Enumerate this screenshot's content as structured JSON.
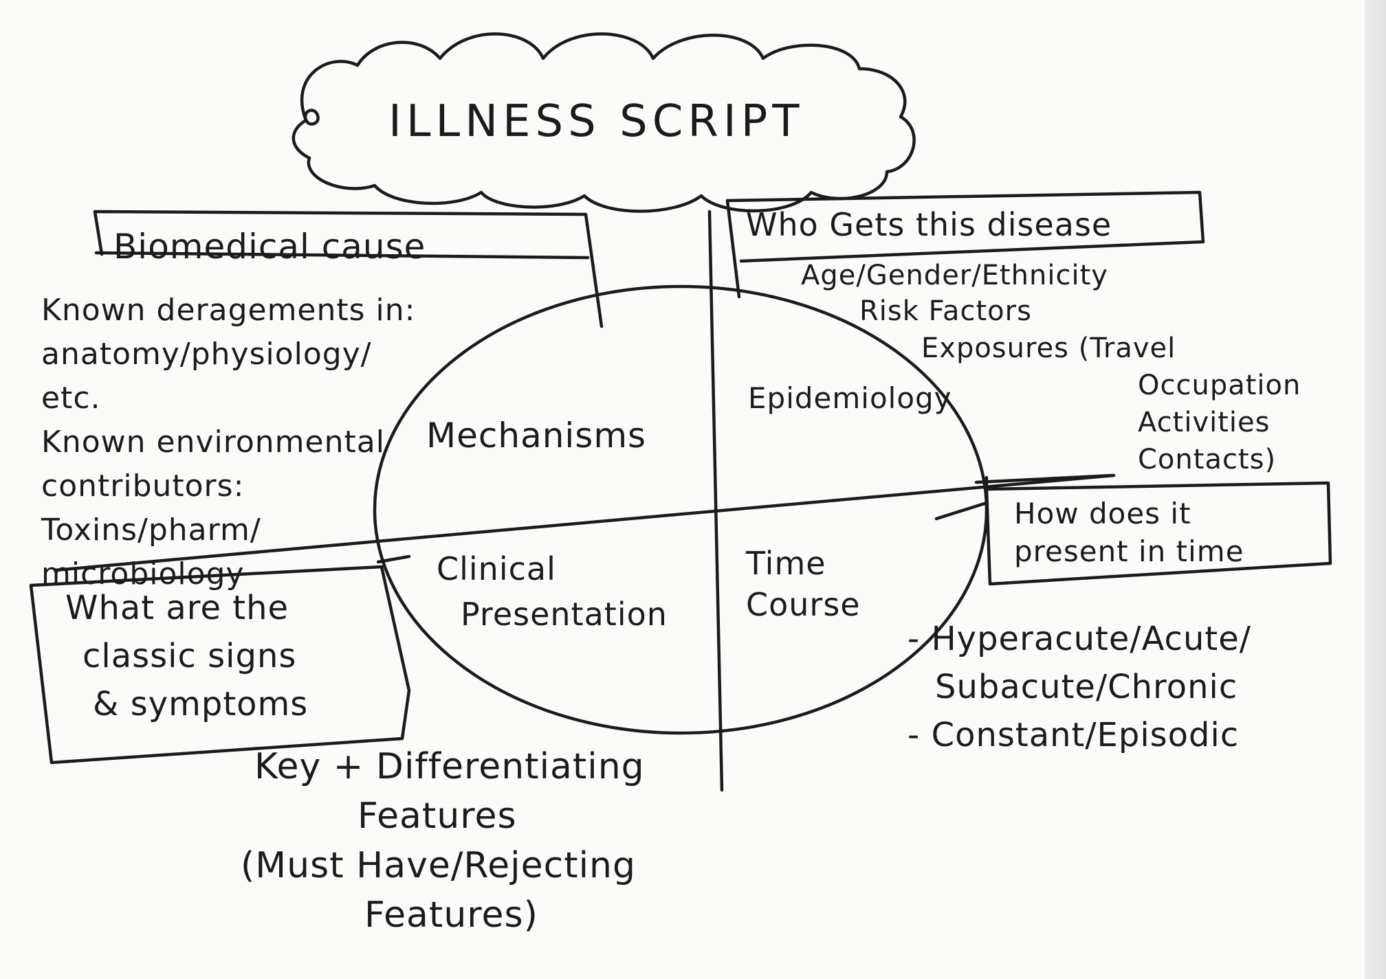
{
  "title": "ILLNESS SCRIPT",
  "quadrants": {
    "mechanisms": "Mechanisms",
    "epidemiology": "Epidemiology",
    "clinical_presentation": [
      "Clinical",
      "Presentation"
    ],
    "time_course": [
      "Time",
      "Course"
    ]
  },
  "biomedical_cause": {
    "label": "Biomedical cause",
    "lines": [
      "Known deragements in:",
      "anatomy/physiology/",
      "etc.",
      "Known environmental",
      "contributors:",
      "Toxins/pharm/",
      "microbiology"
    ]
  },
  "who_gets_disease": {
    "label": "Who Gets this disease",
    "lines": [
      "Age/Gender/Ethnicity",
      "Risk Factors"
    ],
    "exposures": [
      "Exposures (Travel",
      "Occupation",
      "Activities",
      "Contacts)"
    ]
  },
  "how_presents": {
    "label": [
      "How does it",
      "present in time"
    ],
    "lines": [
      "- Hyperacute/Acute/",
      "Subacute/Chronic",
      "- Constant/Episodic"
    ]
  },
  "classic_signs": {
    "label": [
      "What are the",
      "classic signs",
      "& symptoms"
    ]
  },
  "key_features": {
    "lines": [
      "Key + Differentiating",
      "Features",
      "(Must Have/Rejecting",
      "Features)"
    ]
  }
}
